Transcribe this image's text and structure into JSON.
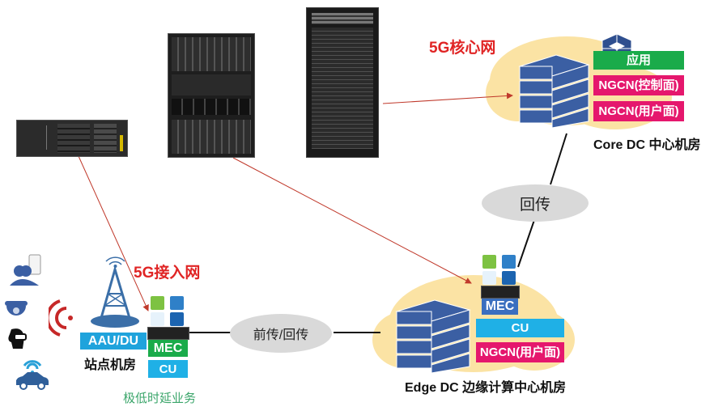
{
  "diagram": {
    "networks": {
      "core": {
        "title": "5G核心网"
      },
      "access": {
        "title": "5G接入网"
      }
    },
    "core_dc": {
      "caption": "Core DC 中心机房",
      "boxes": [
        {
          "label": "应用",
          "color": "#1aab4a"
        },
        {
          "label": "NGCN(控制面)",
          "color": "#e5176d"
        },
        {
          "label": "NGCN(用户面)",
          "color": "#e5176d"
        }
      ]
    },
    "edge_dc": {
      "caption": "Edge DC 边缘计算中心机房",
      "boxes": [
        {
          "label": "MEC",
          "color": "#3a6fbf"
        },
        {
          "label": "CU",
          "color": "#1fb0e6"
        },
        {
          "label": "NGCN(用户面)",
          "color": "#e5176d"
        }
      ]
    },
    "site": {
      "caption": "站点机房",
      "aau_label": "AAU/DU",
      "aau_color": "#1fa3dc",
      "boxes": [
        {
          "label": "MEC",
          "color": "#1aab4a"
        },
        {
          "label": "CU",
          "color": "#1fb0e6"
        }
      ],
      "note": "极低时延业务",
      "note_color": "#3aa56a"
    },
    "links": {
      "fronthaul_backhaul": "前传/回传",
      "backhaul": "回传"
    },
    "devices": [
      {
        "name": "small-chassis"
      },
      {
        "name": "mid-chassis"
      },
      {
        "name": "rack-cabinet"
      }
    ],
    "terminals": [
      "user-group-phone",
      "dome-camera",
      "vr-headset",
      "connected-car"
    ],
    "colors": {
      "arrow": "#c0392b",
      "cloud": "#fbe3a4",
      "server": "#3b5fa3",
      "link": "#111111",
      "ellipse": "#d9d9d9"
    }
  }
}
